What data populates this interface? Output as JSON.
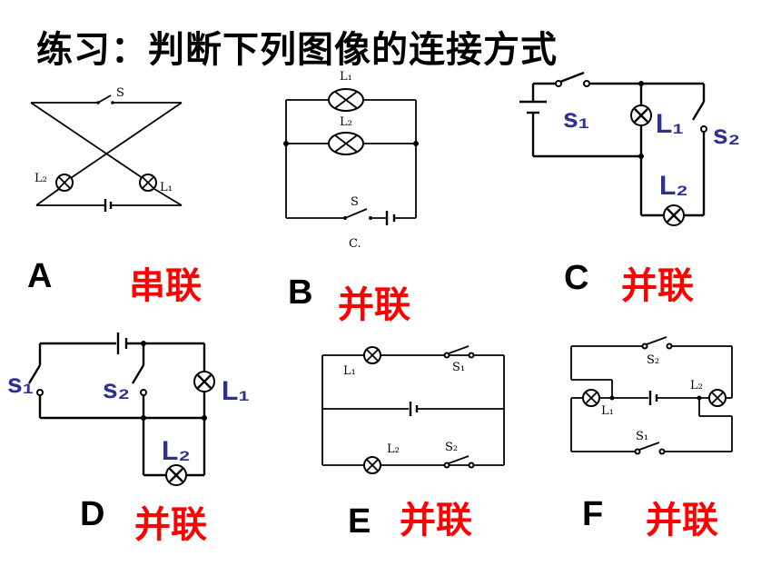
{
  "title": "练习：判断下列图像的连接方式",
  "diagrams": [
    {
      "letter": "A",
      "answer": "串联",
      "labels": [
        "S",
        "L₂",
        "L₁"
      ]
    },
    {
      "letter": "B",
      "answer": "并联",
      "labels": [
        "L₁",
        "L₂",
        "S",
        "C."
      ]
    },
    {
      "letter": "C",
      "answer": "并联",
      "labels": [
        "s₁",
        "L₁",
        "s₂",
        "L₂"
      ]
    },
    {
      "letter": "D",
      "answer": "并联",
      "labels": [
        "s₁",
        "s₂",
        "L₁",
        "L₂"
      ]
    },
    {
      "letter": "E",
      "answer": "并联",
      "labels": [
        "L₁",
        "S₁",
        "L₂",
        "S₂"
      ]
    },
    {
      "letter": "F",
      "answer": "并联",
      "labels": [
        "S₂",
        "L₁",
        "L₂",
        "S₁"
      ]
    }
  ],
  "colors": {
    "answer": "#ff0000",
    "label": "#2e3192",
    "text": "#000000"
  }
}
